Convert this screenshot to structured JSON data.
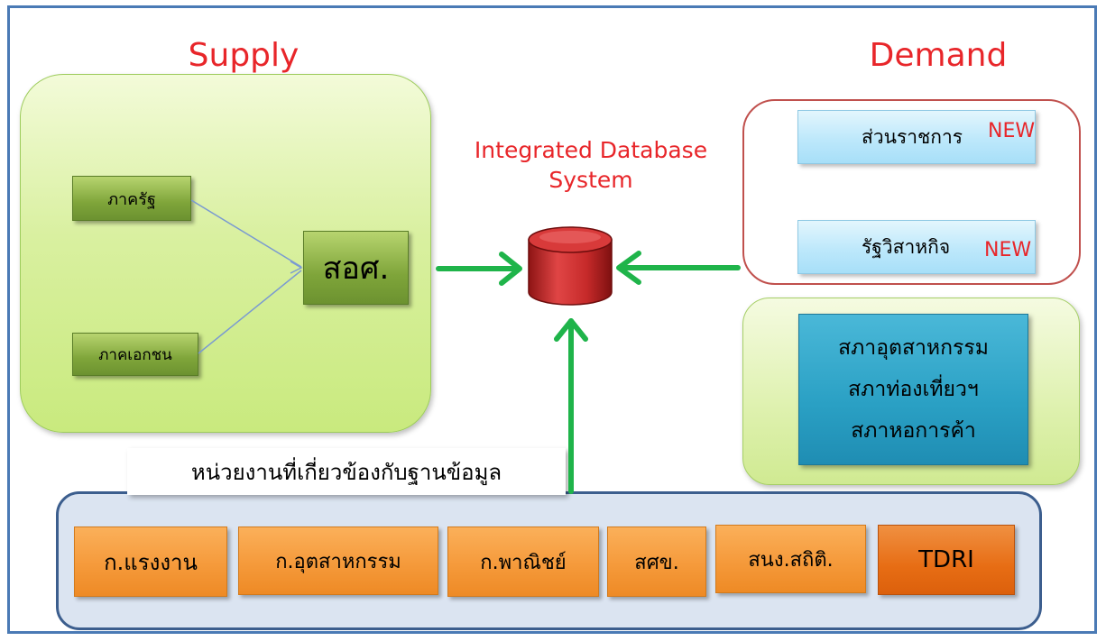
{
  "supply": {
    "heading": "Supply",
    "public_sector": "ภาครัฐ",
    "private_sector": "ภาคเอกชน",
    "hub": "สอศ."
  },
  "center": {
    "title_line1": "Integrated Database",
    "title_line2": "System"
  },
  "demand": {
    "heading": "Demand",
    "government": "ส่วนราชการ",
    "state_enterprise": "รัฐวิสาหกิจ",
    "new_tag": "NEW",
    "associations": [
      "สภาอุตสาหกรรม",
      "สภาท่องเที่ยวฯ",
      "สภาหอการค้า"
    ]
  },
  "agencies": {
    "label": "หน่วยงานที่เกี่ยวข้องกับฐานข้อมูล",
    "items": [
      "ก.แรงงาน",
      "ก.อุตสาหกรรม",
      "ก.พาณิชย์",
      "สศข.",
      "สนง.สถิติ.",
      "TDRI"
    ]
  },
  "colors": {
    "heading_red": "#e8262a",
    "arrow_green": "#1fb44a",
    "db_red": "#c62a2a",
    "agency_orange": "#f59a3b",
    "frame_blue": "#4a7ab5"
  }
}
